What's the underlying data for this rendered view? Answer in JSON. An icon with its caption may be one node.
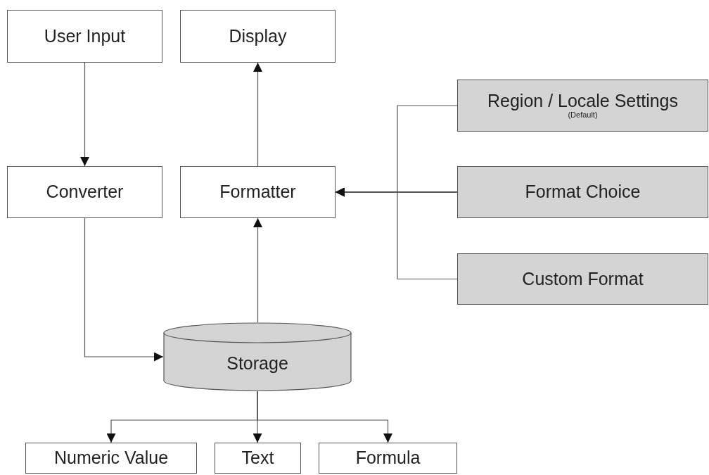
{
  "diagram": {
    "nodes": [
      {
        "text": [
          "User Input"
        ]
      },
      {
        "text": [
          "Display"
        ]
      },
      {
        "text": [
          "Region / Locale Settings",
          "(Default)"
        ]
      },
      {
        "text": [
          "Converter"
        ]
      },
      {
        "text": [
          "Formatter"
        ]
      },
      {
        "text": [
          "Format Choice"
        ]
      },
      {
        "text": [
          "Custom Format"
        ]
      },
      {
        "text": [
          "Storage"
        ]
      },
      {
        "text": [
          "Numeric Value"
        ]
      },
      {
        "text": [
          "Text"
        ]
      },
      {
        "text": [
          "Formula"
        ]
      }
    ],
    "edges": [
      {
        "from": 0,
        "to": 3,
        "arrow": "to"
      },
      {
        "from": 4,
        "to": 1,
        "arrow": "to"
      },
      {
        "from": 2,
        "to": 4,
        "arrow": "to"
      },
      {
        "from": 5,
        "to": 4,
        "arrow": "to"
      },
      {
        "from": 6,
        "to": 4,
        "arrow": "to"
      },
      {
        "from": 3,
        "to": 7,
        "arrow": "to"
      },
      {
        "from": 7,
        "to": 4,
        "arrow": "to"
      },
      {
        "from": 7,
        "to": 8,
        "arrow": "to"
      },
      {
        "from": 7,
        "to": 9,
        "arrow": "to"
      },
      {
        "from": 7,
        "to": 10,
        "arrow": "to"
      }
    ]
  }
}
